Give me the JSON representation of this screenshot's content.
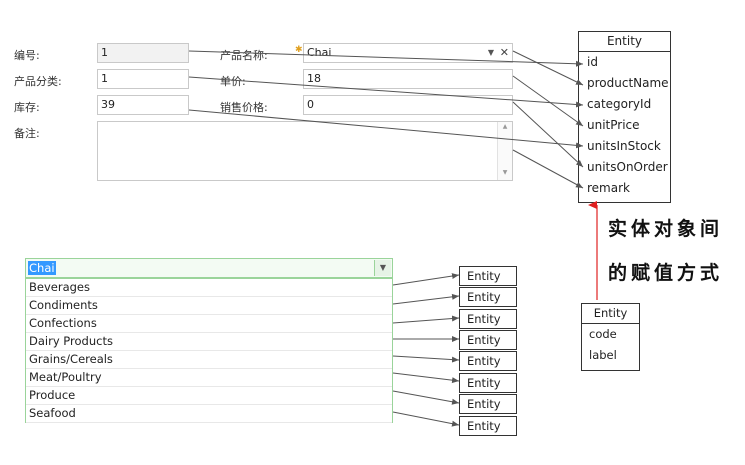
{
  "form": {
    "code_label": "编号:",
    "code_value": "1",
    "name_label": "产品名称:",
    "name_value": "Chai",
    "category_label": "产品分类:",
    "category_value": "1",
    "price_label": "单价:",
    "price_value": "18",
    "stock_label": "库存:",
    "stock_value": "39",
    "sale_price_label": "销售价格:",
    "sale_price_value": "0",
    "remark_label": "备注:",
    "clear_glyph": "✕",
    "dropdown_glyph": "▼"
  },
  "entity": {
    "title": "Entity",
    "properties": [
      "id",
      "productName",
      "categoryId",
      "unitPrice",
      "unitsInStock",
      "unitsOnOrder",
      "remark"
    ]
  },
  "caption": {
    "line1": "实体对象间",
    "line2": "的赋值方式"
  },
  "code_label_entity": {
    "title": "Entity",
    "fields": [
      "code",
      "label"
    ]
  },
  "combo": {
    "selected": "Chai",
    "items": [
      "Beverages",
      "Condiments",
      "Confections",
      "Dairy Products",
      "Grains/Cereals",
      "Meat/Poultry",
      "Produce",
      "Seafood"
    ]
  },
  "list_entities": [
    "Entity",
    "Entity",
    "Entity",
    "Entity",
    "Entity",
    "Entity",
    "Entity",
    "Entity"
  ],
  "colors": {
    "arrow": "#555555",
    "red_arrow": "#e02020",
    "combo_border": "#9ad49a",
    "selection": "#3399ff"
  }
}
